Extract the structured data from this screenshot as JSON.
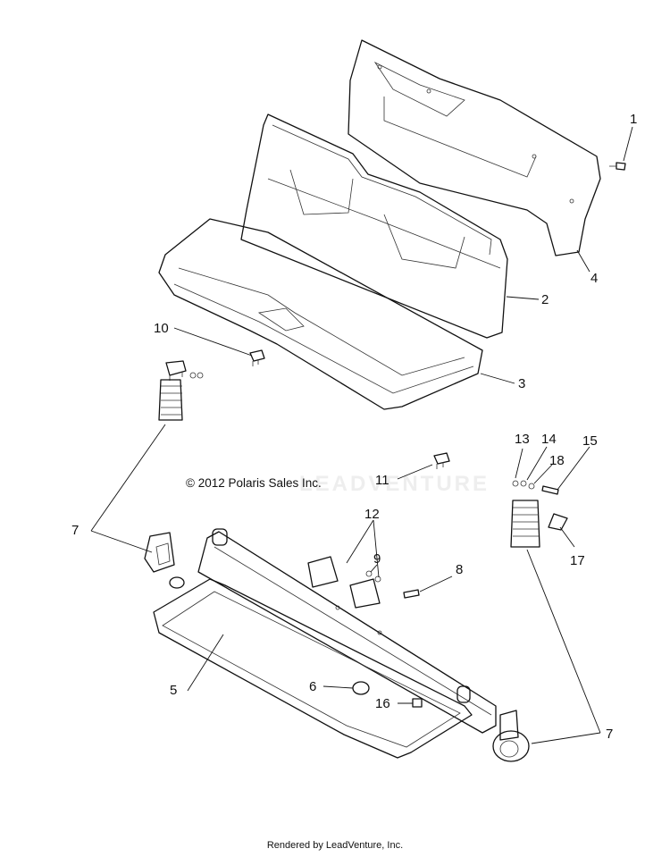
{
  "copyright": "© 2012 Polaris Sales Inc.",
  "footer": "Rendered by LeadVenture, Inc.",
  "watermark": "LEADVENTURE",
  "callouts": {
    "c1": "1",
    "c2": "2",
    "c3": "3",
    "c4": "4",
    "c5": "5",
    "c6": "6",
    "c7a": "7",
    "c7b": "7",
    "c8": "8",
    "c9": "9",
    "c10": "10",
    "c11": "11",
    "c12": "12",
    "c13": "13",
    "c14": "14",
    "c15": "15",
    "c16": "16",
    "c17": "17",
    "c18": "18"
  }
}
